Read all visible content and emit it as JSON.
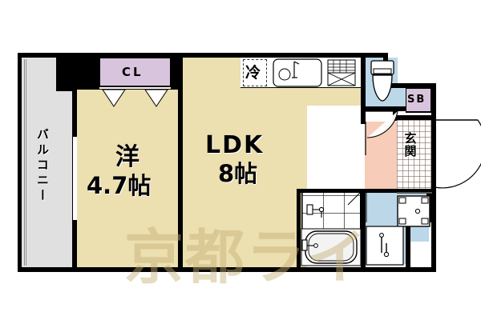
{
  "plan": {
    "watermark": "京都ライ",
    "rooms": [
      {
        "id": "balcony",
        "label": "バルコニー",
        "type": "balcony"
      },
      {
        "id": "washitsu",
        "name": "洋",
        "size": "4.7帖",
        "type": "room"
      },
      {
        "id": "ldk",
        "name": "LDK",
        "size": "8帖",
        "type": "room"
      },
      {
        "id": "genkan",
        "label": "玄関",
        "type": "entrance"
      }
    ],
    "closets": [
      {
        "id": "cl",
        "label": "CL"
      },
      {
        "id": "sb",
        "label": "SB"
      }
    ],
    "fixtures": [
      {
        "id": "refrigerator",
        "label": "冷"
      },
      {
        "id": "sink",
        "label": ""
      },
      {
        "id": "cooktop",
        "label": ""
      },
      {
        "id": "toilet",
        "label": ""
      },
      {
        "id": "bathtub",
        "label": ""
      },
      {
        "id": "washer-pan",
        "label": ""
      },
      {
        "id": "vanity",
        "label": ""
      }
    ],
    "colors": {
      "floor": "#ecdfb0",
      "balcony": "#e0e0e0",
      "water": "#bcd7e8",
      "hall": "#f7ccb8",
      "closet": "#d9c4dd",
      "wall": "#000000",
      "watermark": "#c6b076"
    }
  }
}
